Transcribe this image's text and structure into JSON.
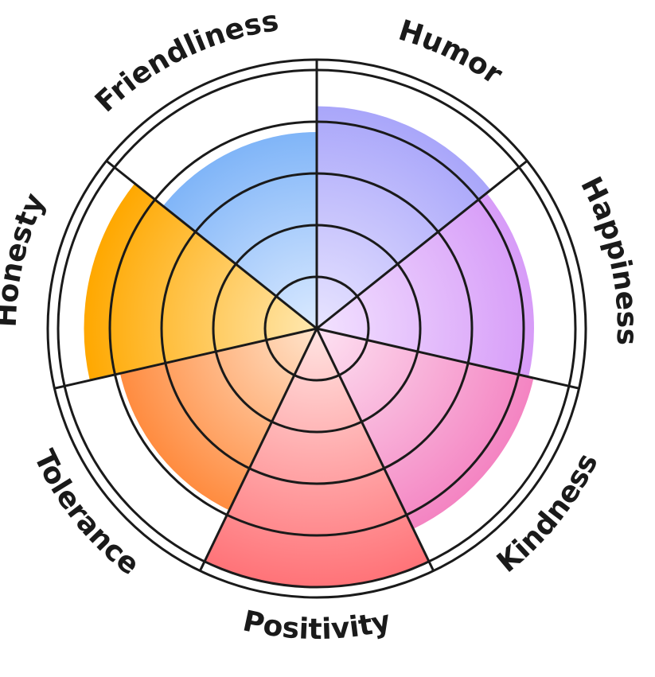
{
  "chart_data": {
    "type": "polar-area",
    "title": "",
    "scale_max": 5,
    "ring_levels": [
      1,
      2,
      3,
      4,
      5
    ],
    "categories": [
      "Humor",
      "Happiness",
      "Kindness",
      "Positivity",
      "Tolerance",
      "Honesty",
      "Friendliness"
    ],
    "values": [
      4.3,
      4.2,
      4.3,
      5.0,
      3.9,
      4.5,
      3.8
    ],
    "colors": [
      {
        "light": "#e8e4ff",
        "dark": "#a9a6fa"
      },
      {
        "light": "#f2e2ff",
        "dark": "#d79cf8"
      },
      {
        "light": "#fde2f2",
        "dark": "#f484c2"
      },
      {
        "light": "#ffe4e2",
        "dark": "#ff7378"
      },
      {
        "light": "#ffe4cc",
        "dark": "#ff8c40"
      },
      {
        "light": "#ffe8b0",
        "dark": "#ffa800"
      },
      {
        "light": "#dbeaff",
        "dark": "#80b5f8"
      }
    ],
    "grid": true,
    "legend": "none"
  }
}
